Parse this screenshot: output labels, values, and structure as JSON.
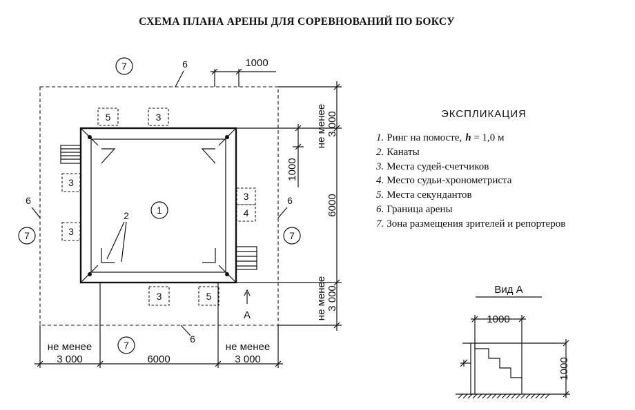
{
  "title": "СХЕМА ПЛАНА АРЕНЫ ДЛЯ СОРЕВНОВАНИЙ ПО БОКСУ",
  "legend": {
    "heading": "ЭКСПЛИКАЦИЯ",
    "items": [
      {
        "num": "1.",
        "text": "Ринг на помосте,",
        "extra_italic": "h",
        "extra_rest": " = 1,0 м"
      },
      {
        "num": "2.",
        "text": "Канаты"
      },
      {
        "num": "3.",
        "text": "Места судей-счетчиков"
      },
      {
        "num": "4.",
        "text": "Место судьи-хронометриста"
      },
      {
        "num": "5.",
        "text": "Места секундантов"
      },
      {
        "num": "6.",
        "text": "Граница арены"
      },
      {
        "num": "7.",
        "text": "Зона размещения зрителей и репортеров"
      }
    ]
  },
  "labels": {
    "ring": "1",
    "ropes": "2",
    "judge": "3",
    "timekeeper": "4",
    "second": "5",
    "boundary": "6",
    "spectators": "7",
    "view_arrow": "А"
  },
  "dimensions": {
    "d1000": "1000",
    "d6000": "6000",
    "d3000": "3 000",
    "not_less": "не менее"
  },
  "view_a": {
    "title": "Вид А",
    "width": "1000",
    "height": "1000"
  }
}
